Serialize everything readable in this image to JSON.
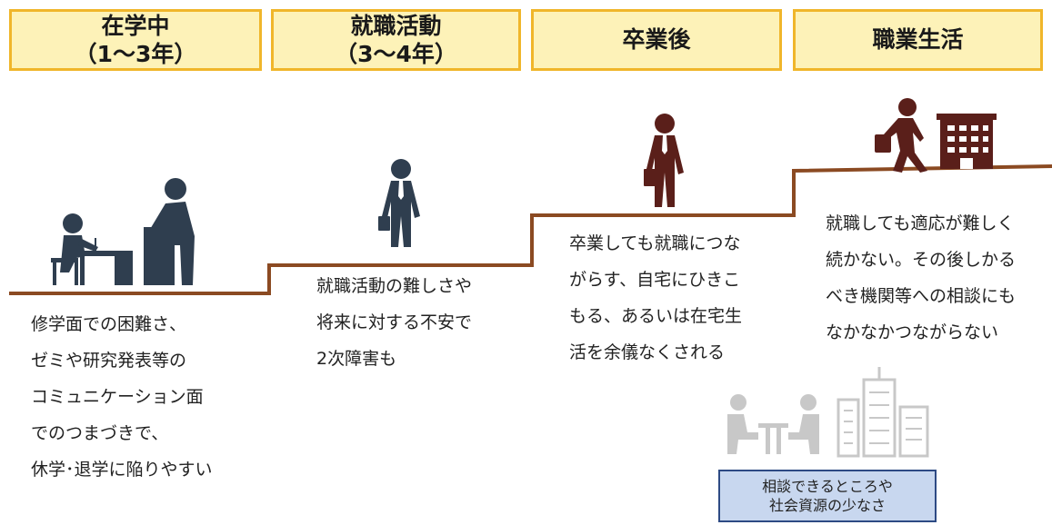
{
  "stages": [
    {
      "line1": "在学中",
      "line2": "（1～3年）"
    },
    {
      "line1": "就職活動",
      "line2": "（3～4年）"
    },
    {
      "line1": "卒業後",
      "line2": ""
    },
    {
      "line1": "職業生活",
      "line2": ""
    }
  ],
  "descriptions": [
    [
      "修学面での困難さ、",
      "ゼミや研究発表等の",
      "コミュニケーション面",
      "でのつまづきで、",
      "休学･退学に陥りやすい"
    ],
    [
      "就職活動の難しさや",
      "将来に対する不安で",
      "2次障害も"
    ],
    [
      "卒業しても就職につな",
      "がらす、自宅にひきこ",
      "もる、あるいは在宅生",
      "活を余儀なくされる"
    ],
    [
      "就職しても適応が難しく",
      "続かない。その後しかる",
      "べき機関等への相談にも",
      "なかなかつながらない"
    ]
  ],
  "note": {
    "line1": "相談できるところや",
    "line2": "社会資源の少なさ"
  },
  "colors": {
    "stage_fill": "#fdf2b8",
    "stage_border": "#f0b62a",
    "step_line": "#8b4a22",
    "figure_dark": "#2f3e4f",
    "figure_brown": "#5a1f1a",
    "icon_gray": "#c8c8c8",
    "note_fill": "#c8d7ef",
    "note_border": "#2d4a84"
  }
}
